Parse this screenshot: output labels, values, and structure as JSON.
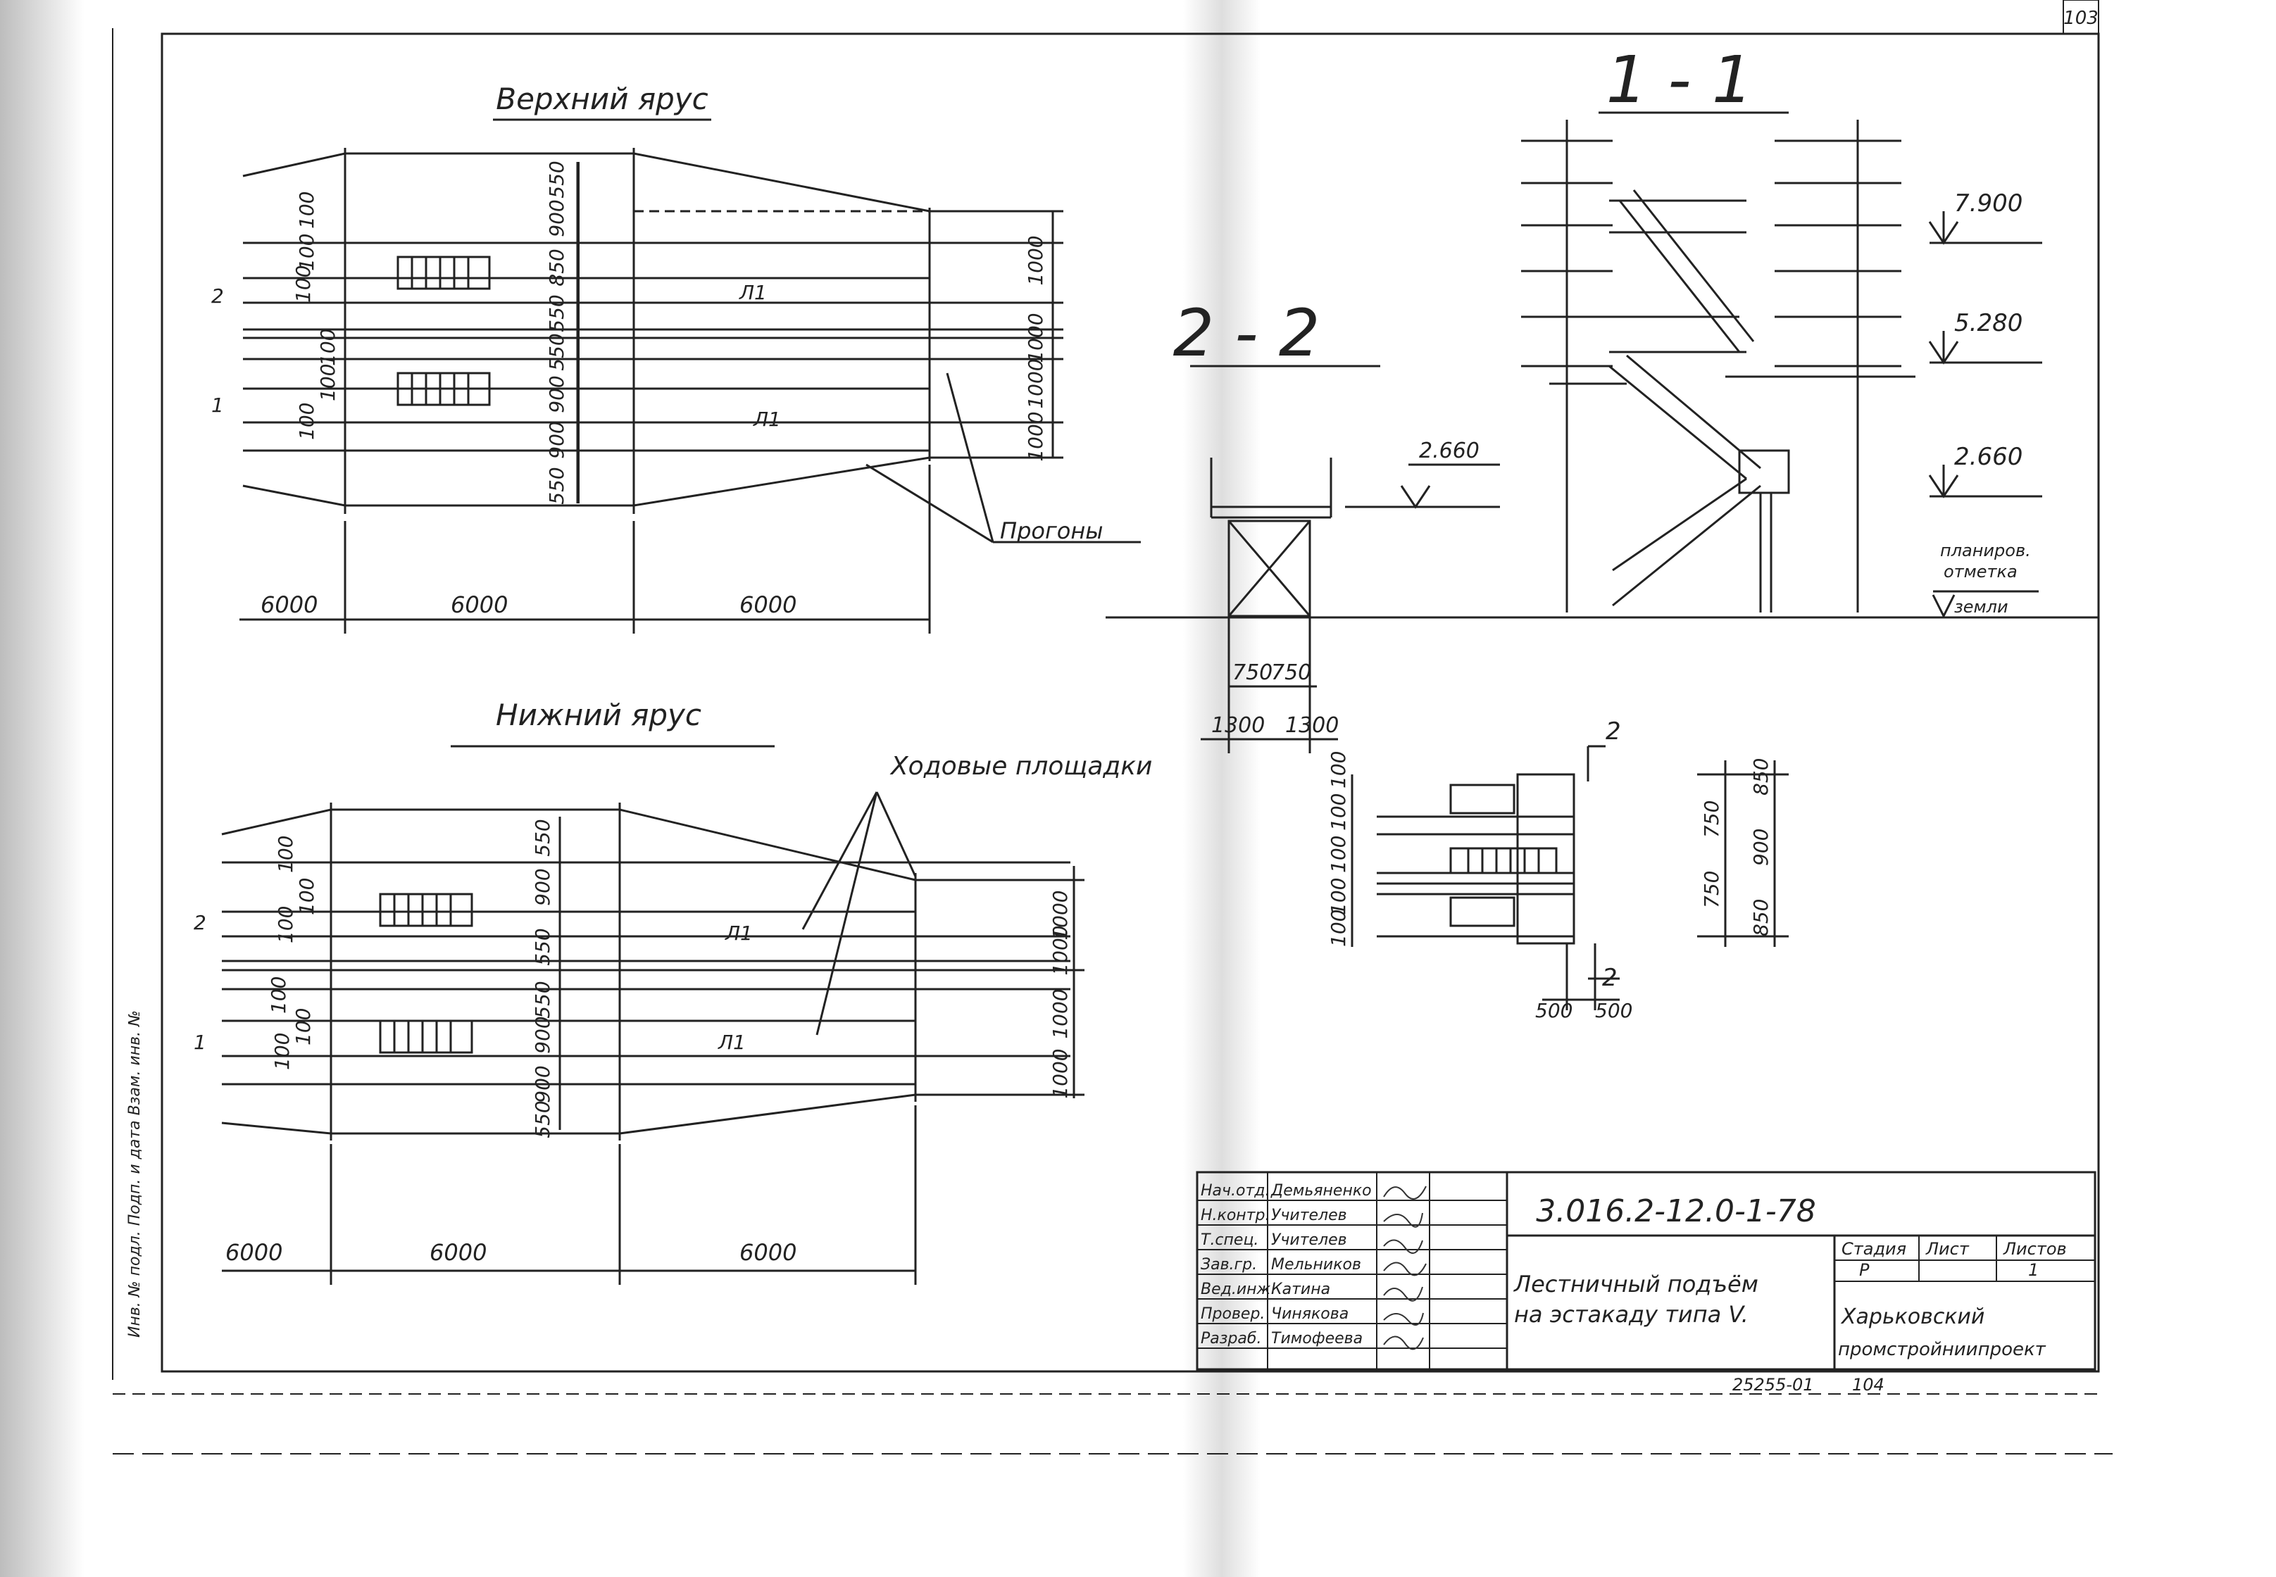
{
  "page_number": "103",
  "plan_upper": {
    "title": "Верхний ярус",
    "row_dims_top": [
      "550",
      "900",
      "850",
      "550"
    ],
    "row_dims_bottom": [
      "550",
      "900",
      "900",
      "550"
    ],
    "right_dims_top": [
      "1000",
      "1000"
    ],
    "right_dims_bottom": [
      "1000",
      "1000"
    ],
    "left_dims": [
      "100",
      "100",
      "100",
      "100",
      "100",
      "100"
    ],
    "left_marks": [
      "2",
      "1"
    ],
    "stair_marks": [
      "Л1",
      "Л1"
    ],
    "spans": [
      "6000",
      "6000",
      "6000"
    ],
    "callout": "Прогоны"
  },
  "plan_lower": {
    "title": "Нижний ярус",
    "callout": "Ходовые площадки",
    "row_dims_top": [
      "550",
      "900",
      "550"
    ],
    "row_dims_bottom": [
      "550",
      "900",
      "900",
      "550"
    ],
    "right_dims_top": [
      "1000",
      "1000"
    ],
    "right_dims_bottom": [
      "1000",
      "1000"
    ],
    "left_dims": [
      "100",
      "100",
      "100",
      "100",
      "100",
      "100"
    ],
    "left_marks": [
      "2",
      "1"
    ],
    "stair_marks": [
      "Л1",
      "Л1"
    ],
    "spans": [
      "6000",
      "6000",
      "6000"
    ]
  },
  "section_22": {
    "title": "2 - 2",
    "elevation": "2.660",
    "dims_inner": [
      "750",
      "750"
    ],
    "dims_outer": [
      "1300",
      "1300"
    ]
  },
  "section_11": {
    "title": "1 - 1",
    "elevations": [
      "7.900",
      "5.280",
      "2.660"
    ],
    "ground_label": [
      "планиров.",
      "отметка",
      "земли"
    ]
  },
  "detail": {
    "section_mark": "2",
    "left_dims": [
      "100",
      "100",
      "100",
      "100",
      "100"
    ],
    "right_dims_inner": [
      "750",
      "750"
    ],
    "right_dims_outer": [
      "850",
      "900",
      "850"
    ],
    "bottom_dims": [
      "500",
      "500"
    ],
    "bottom_mark": "2"
  },
  "stamp": {
    "roles": [
      "Нач.отд.",
      "Н.контр.",
      "Т.спец.",
      "Зав.гр.",
      "Вед.инж.",
      "Провер.",
      "Разраб."
    ],
    "names": [
      "Демьяненко",
      "Учителев",
      "Учителев",
      "Мельников",
      "Катина",
      "Чинякова",
      "Тимофеева"
    ],
    "doc_code": "3.016.2-12.0-1-78",
    "title_lines": [
      "Лестничный подъём",
      "на эстакаду типа V."
    ],
    "headers": [
      "Стадия",
      "Лист",
      "Листов"
    ],
    "values": [
      "Р",
      "",
      "1"
    ],
    "org_lines": [
      "Харьковский",
      "промстройниипроект"
    ]
  },
  "inventory": "25255-01",
  "sheet_number": "104",
  "margin_note": "Инв. № подл. Подп. и дата Взам. инв. №",
  "colors": {
    "paper": "#ffffff",
    "ink": "#222222",
    "binding": "#9a9a9a"
  }
}
